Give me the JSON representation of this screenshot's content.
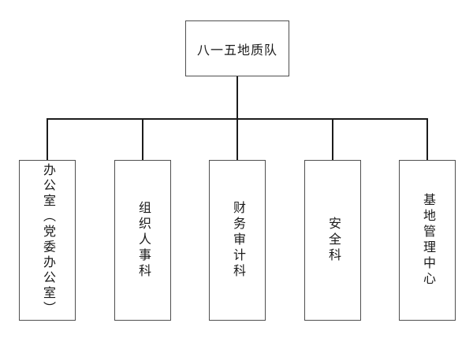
{
  "diagram": {
    "type": "org-chart",
    "root": {
      "label": "八一五地质队"
    },
    "children": [
      {
        "label": "办公室（党委办公室）"
      },
      {
        "label": "组织人事科"
      },
      {
        "label": "财务审计科"
      },
      {
        "label": "安全科"
      },
      {
        "label": "基地管理中心"
      }
    ],
    "colors": {
      "background": "#ffffff",
      "box_border": "#4f4f4f",
      "connector_line": "#1c1c1c",
      "text": "#1a1a1a"
    }
  }
}
